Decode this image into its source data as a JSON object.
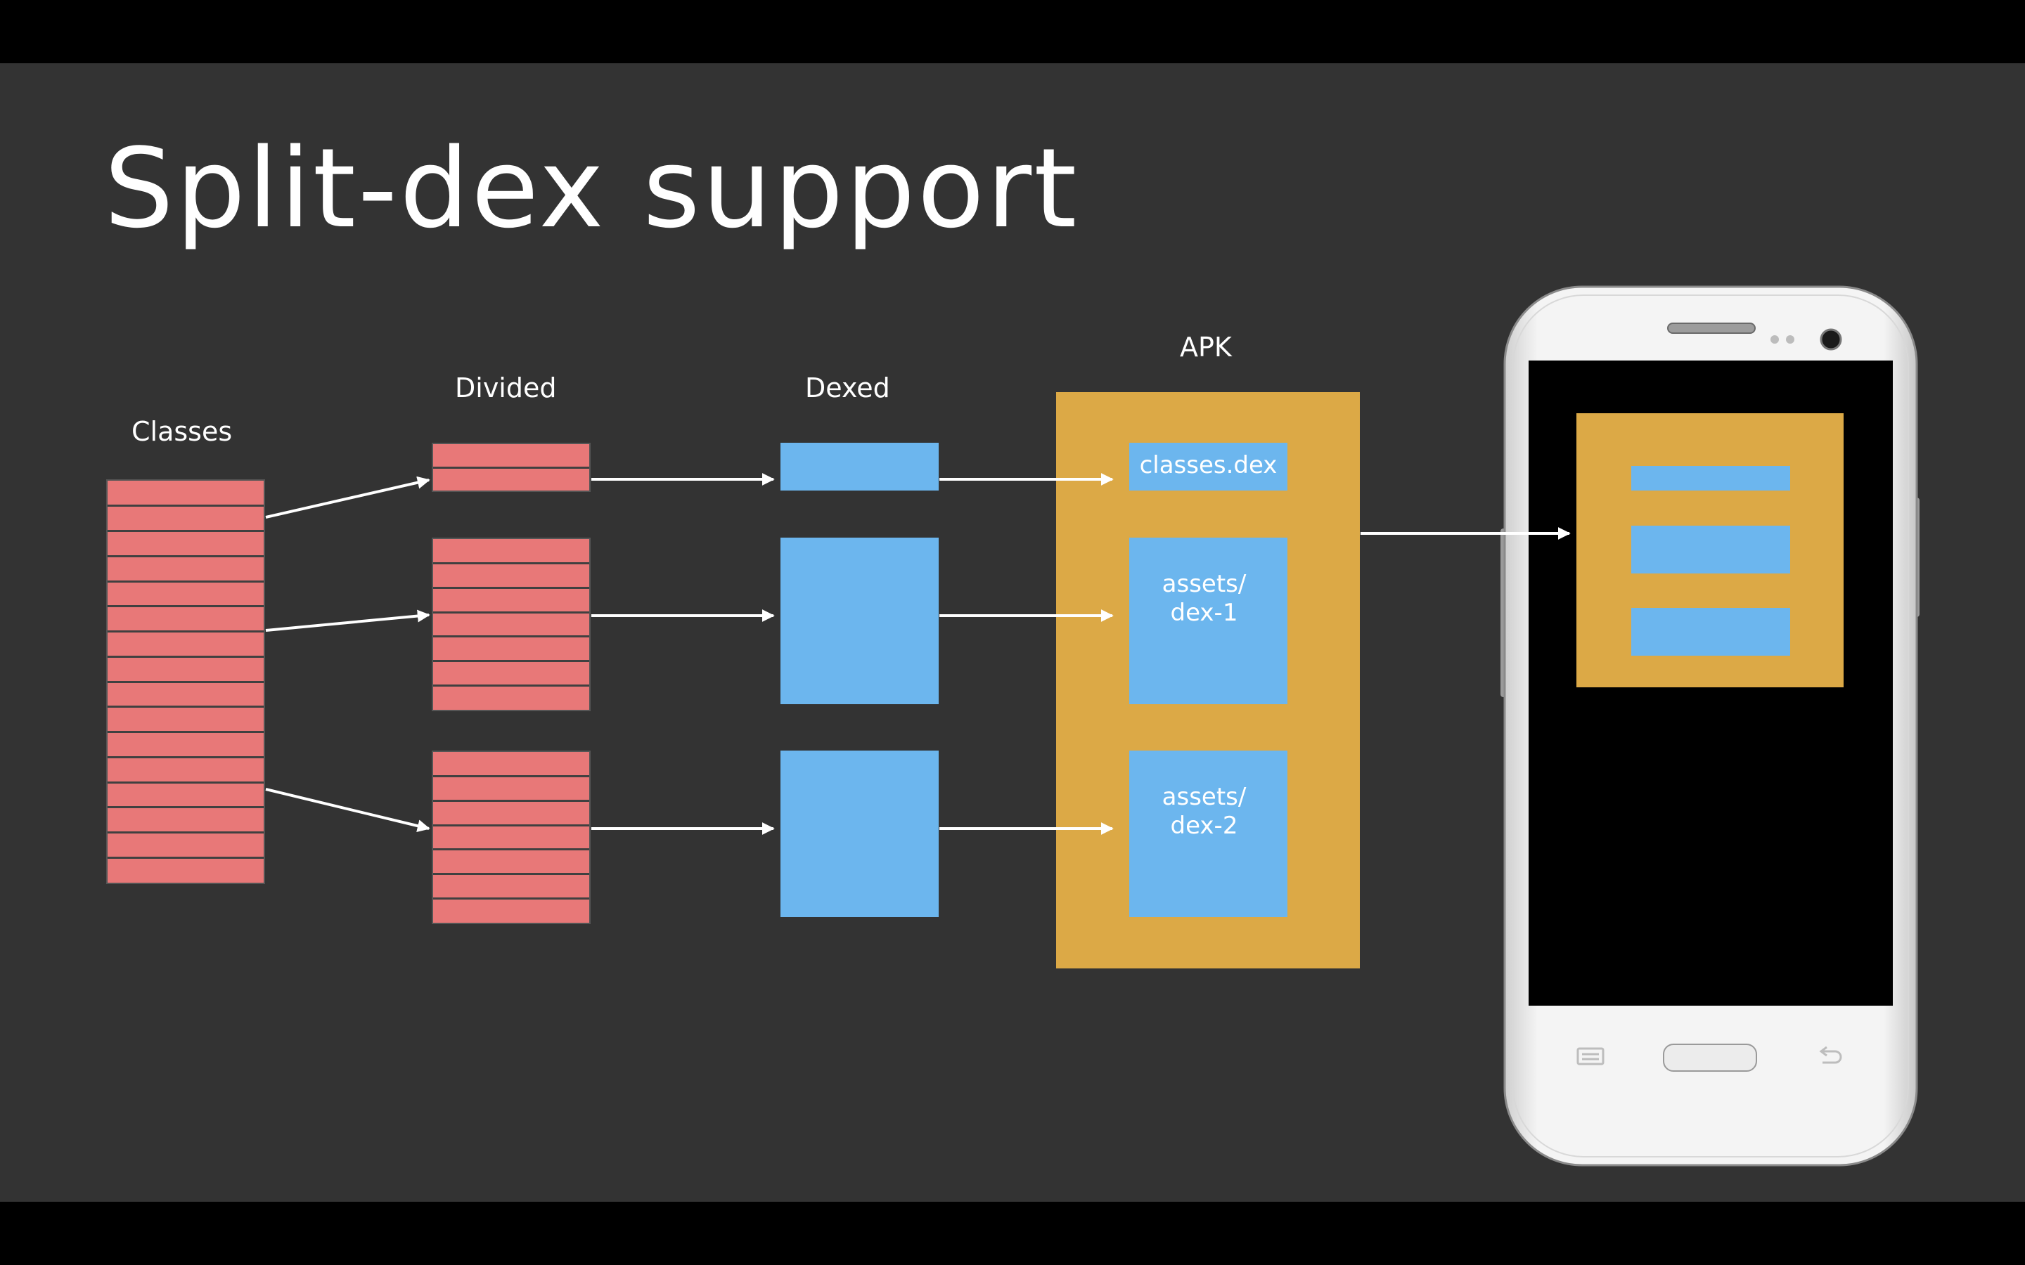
{
  "title": "Split-dex support",
  "labels": {
    "classes": "Classes",
    "divided": "Divided",
    "dexed": "Dexed",
    "apk": "APK"
  },
  "apk_entries": {
    "classes_dex": "classes.dex",
    "dex1": "assets/\ndex-1",
    "dex2": "assets/\ndex-2"
  },
  "colors": {
    "background": "#333333",
    "class_block": "#e87878",
    "dex_block": "#6cb6ee",
    "apk_container": "#dca946",
    "arrow": "#ffffff"
  },
  "icons": {
    "device": "smartphone-icon"
  }
}
